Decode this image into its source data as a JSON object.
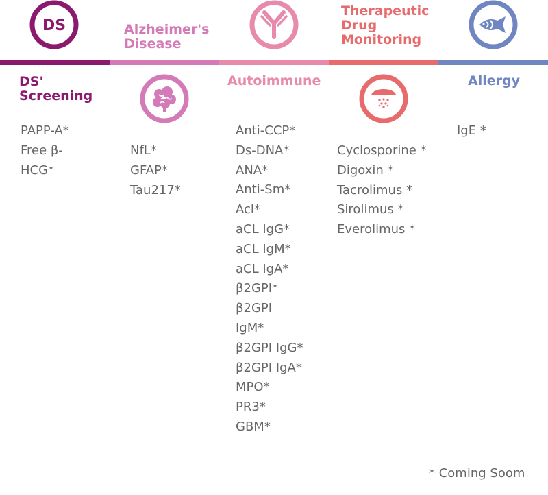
{
  "colors": {
    "ds": "#8b1a6e",
    "alzheimers": "#d47bb7",
    "autoimmune": "#e78aac",
    "therapeutic": "#e76a6c",
    "allergy": "#6f86c3",
    "text": "#666666"
  },
  "ds": {
    "badge": "DS",
    "title_line1": "DS'",
    "title_line2": "Screening",
    "items": [
      "PAPP-A*",
      "Free β-",
      "HCG*"
    ]
  },
  "alzheimers": {
    "icon": "brain-icon",
    "title_line1": "Alzheimer's",
    "title_line2": "Disease",
    "items": [
      "NfL*",
      "GFAP*",
      "Tau217*"
    ]
  },
  "autoimmune": {
    "icon": "antibody-icon",
    "title": "Autoimmune",
    "items": [
      "Anti-CCP*",
      "Ds-DNA*",
      "ANA*",
      "Anti-Sm*",
      "Acl*",
      "aCL IgG*",
      "aCL IgM*",
      "aCL IgA*",
      "β2GPI*",
      "β2GPI",
      "IgM*",
      "β2GPI IgG*",
      "β2GPI IgA*",
      "MPO*",
      "PR3*",
      "GBM*"
    ]
  },
  "therapeutic": {
    "icon": "capsule-icon",
    "title_line1": "Therapeutic",
    "title_line2": "Drug",
    "title_line3": "Monitoring",
    "items": [
      "Cyclosporine *",
      "Digoxin *",
      "Tacrolimus *",
      "Sirolimus *",
      "Everolimus *"
    ]
  },
  "allergy": {
    "icon": "allergy-fish-icon",
    "title": "Allergy",
    "items": [
      "IgE *"
    ]
  },
  "footnote": "* Coming Soom"
}
